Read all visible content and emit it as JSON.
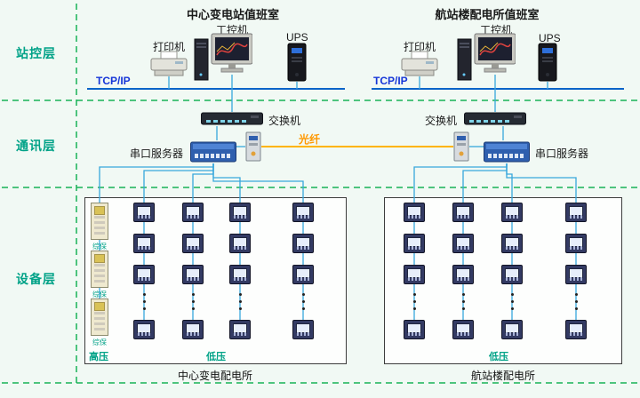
{
  "layers": {
    "station": "站控层",
    "comm": "通讯层",
    "device": "设备层"
  },
  "rooms": {
    "left": {
      "title": "中心变电站值班室",
      "printer": "打印机",
      "pc": "工控机",
      "ups": "UPS",
      "tcpip": "TCP/IP",
      "switch": "交换机",
      "serial_server": "串口服务器"
    },
    "right": {
      "title": "航站楼配电所值班室",
      "printer": "打印机",
      "pc": "工控机",
      "ups": "UPS",
      "tcpip": "TCP/IP",
      "switch": "交换机",
      "serial_server": "串口服务器"
    }
  },
  "fiber_label": "光纤",
  "panels": {
    "left": {
      "hv": "高压",
      "lv": "低压",
      "caption": "中心变电配电所",
      "cabinet_label": "综保"
    },
    "right": {
      "lv": "低压",
      "caption": "航站楼配电所"
    }
  },
  "colors": {
    "separator_green": "#19b256",
    "bus_blue": "#0a64c8",
    "wire_cyan": "#38a7dc",
    "fiber_orange": "#ffb400",
    "teal_text": "#00a287",
    "tcpip_blue": "#1636d8"
  }
}
